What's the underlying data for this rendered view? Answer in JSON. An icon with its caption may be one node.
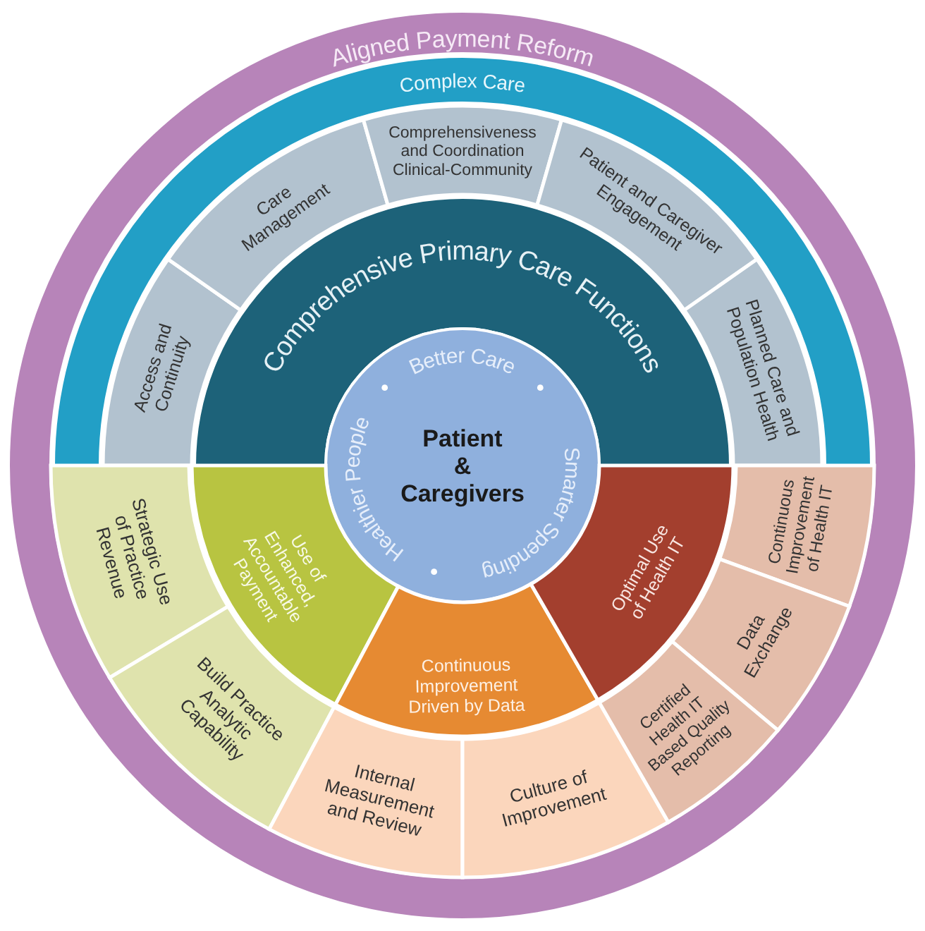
{
  "diagram": {
    "nodes": [
      {
        "text": [
          "Aligned Payment Reform"
        ]
      },
      {
        "text": [
          "Complex Care"
        ],
        "in": 0
      },
      {
        "text": [
          "Comprehensive Primary Care Functions"
        ],
        "in": 0
      },
      {
        "text": [
          "Access and Continuity"
        ],
        "in": 0
      },
      {
        "text": [
          "Care Management"
        ],
        "in": 0
      },
      {
        "text": [
          "Comprehensiveness and Coordination Clinical-Community"
        ],
        "in": 0
      },
      {
        "text": [
          "Patient and Caregiver Engagement"
        ],
        "in": 0
      },
      {
        "text": [
          "Planned Care and Population Health"
        ],
        "in": 0
      },
      {
        "text": [
          "Better Care",
          "Patient & Caregivers",
          "Smarter Spending",
          "Healthier People"
        ],
        "in": 0
      },
      {
        "text": [
          "Use of Enhanced, Accountable Payment"
        ],
        "in": 0
      },
      {
        "text": [
          "Strategic Use of Practice Revenue"
        ],
        "in": 0
      },
      {
        "text": [
          "Build Practice Analytic Capability"
        ],
        "in": 0
      },
      {
        "text": [
          "Continuous Improvement Driven by Data"
        ],
        "in": 0
      },
      {
        "text": [
          "Internal Measurement and Review"
        ],
        "in": 0
      },
      {
        "text": [
          "Culture of Improvement"
        ],
        "in": 0
      },
      {
        "text": [
          "Optimal Use of Health IT"
        ],
        "in": 0
      },
      {
        "text": [
          "Continuous Improvement of Health IT"
        ],
        "in": 0
      },
      {
        "text": [
          "Data Exchange"
        ],
        "in": 0
      },
      {
        "text": [
          "Certified Health IT Based Quality Reporting"
        ],
        "in": 0
      }
    ]
  }
}
